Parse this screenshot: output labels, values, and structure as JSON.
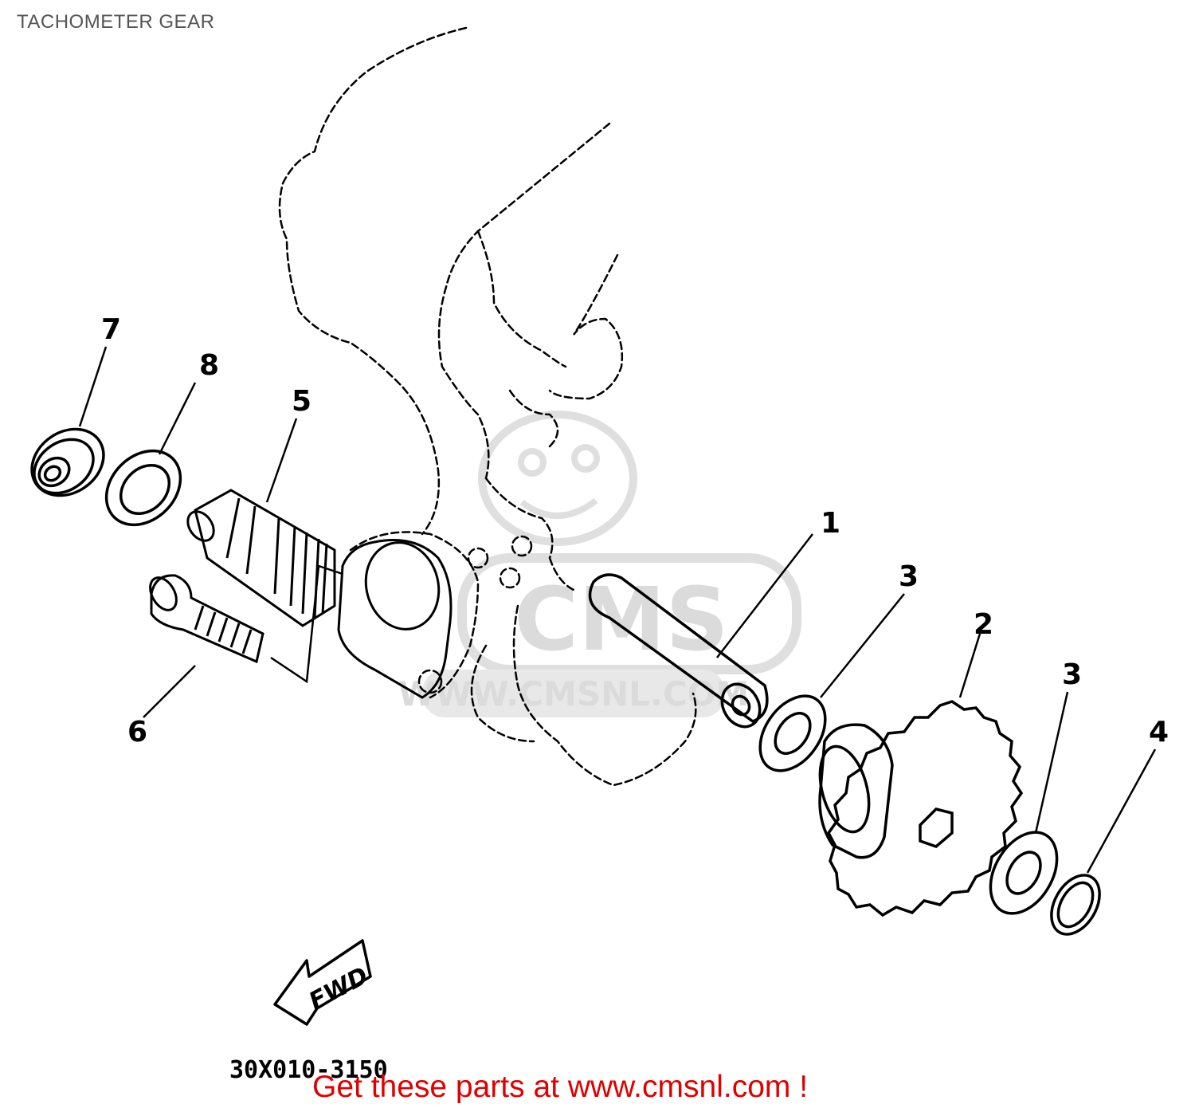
{
  "header": {
    "title": "TACHOMETER GEAR"
  },
  "diagram": {
    "callouts": {
      "p1": "1",
      "p2": "2",
      "p3a": "3",
      "p3b": "3",
      "p4": "4",
      "p5": "5",
      "p6": "6",
      "p7": "7",
      "p8": "8"
    },
    "direction_label": "FWD",
    "drawing_code": "30X010-3150",
    "watermark": {
      "brand": "CMS",
      "url": "WWW.CMSNL.COM"
    }
  },
  "footer": {
    "link_text": "Get these parts at www.cmsnl.com !"
  }
}
